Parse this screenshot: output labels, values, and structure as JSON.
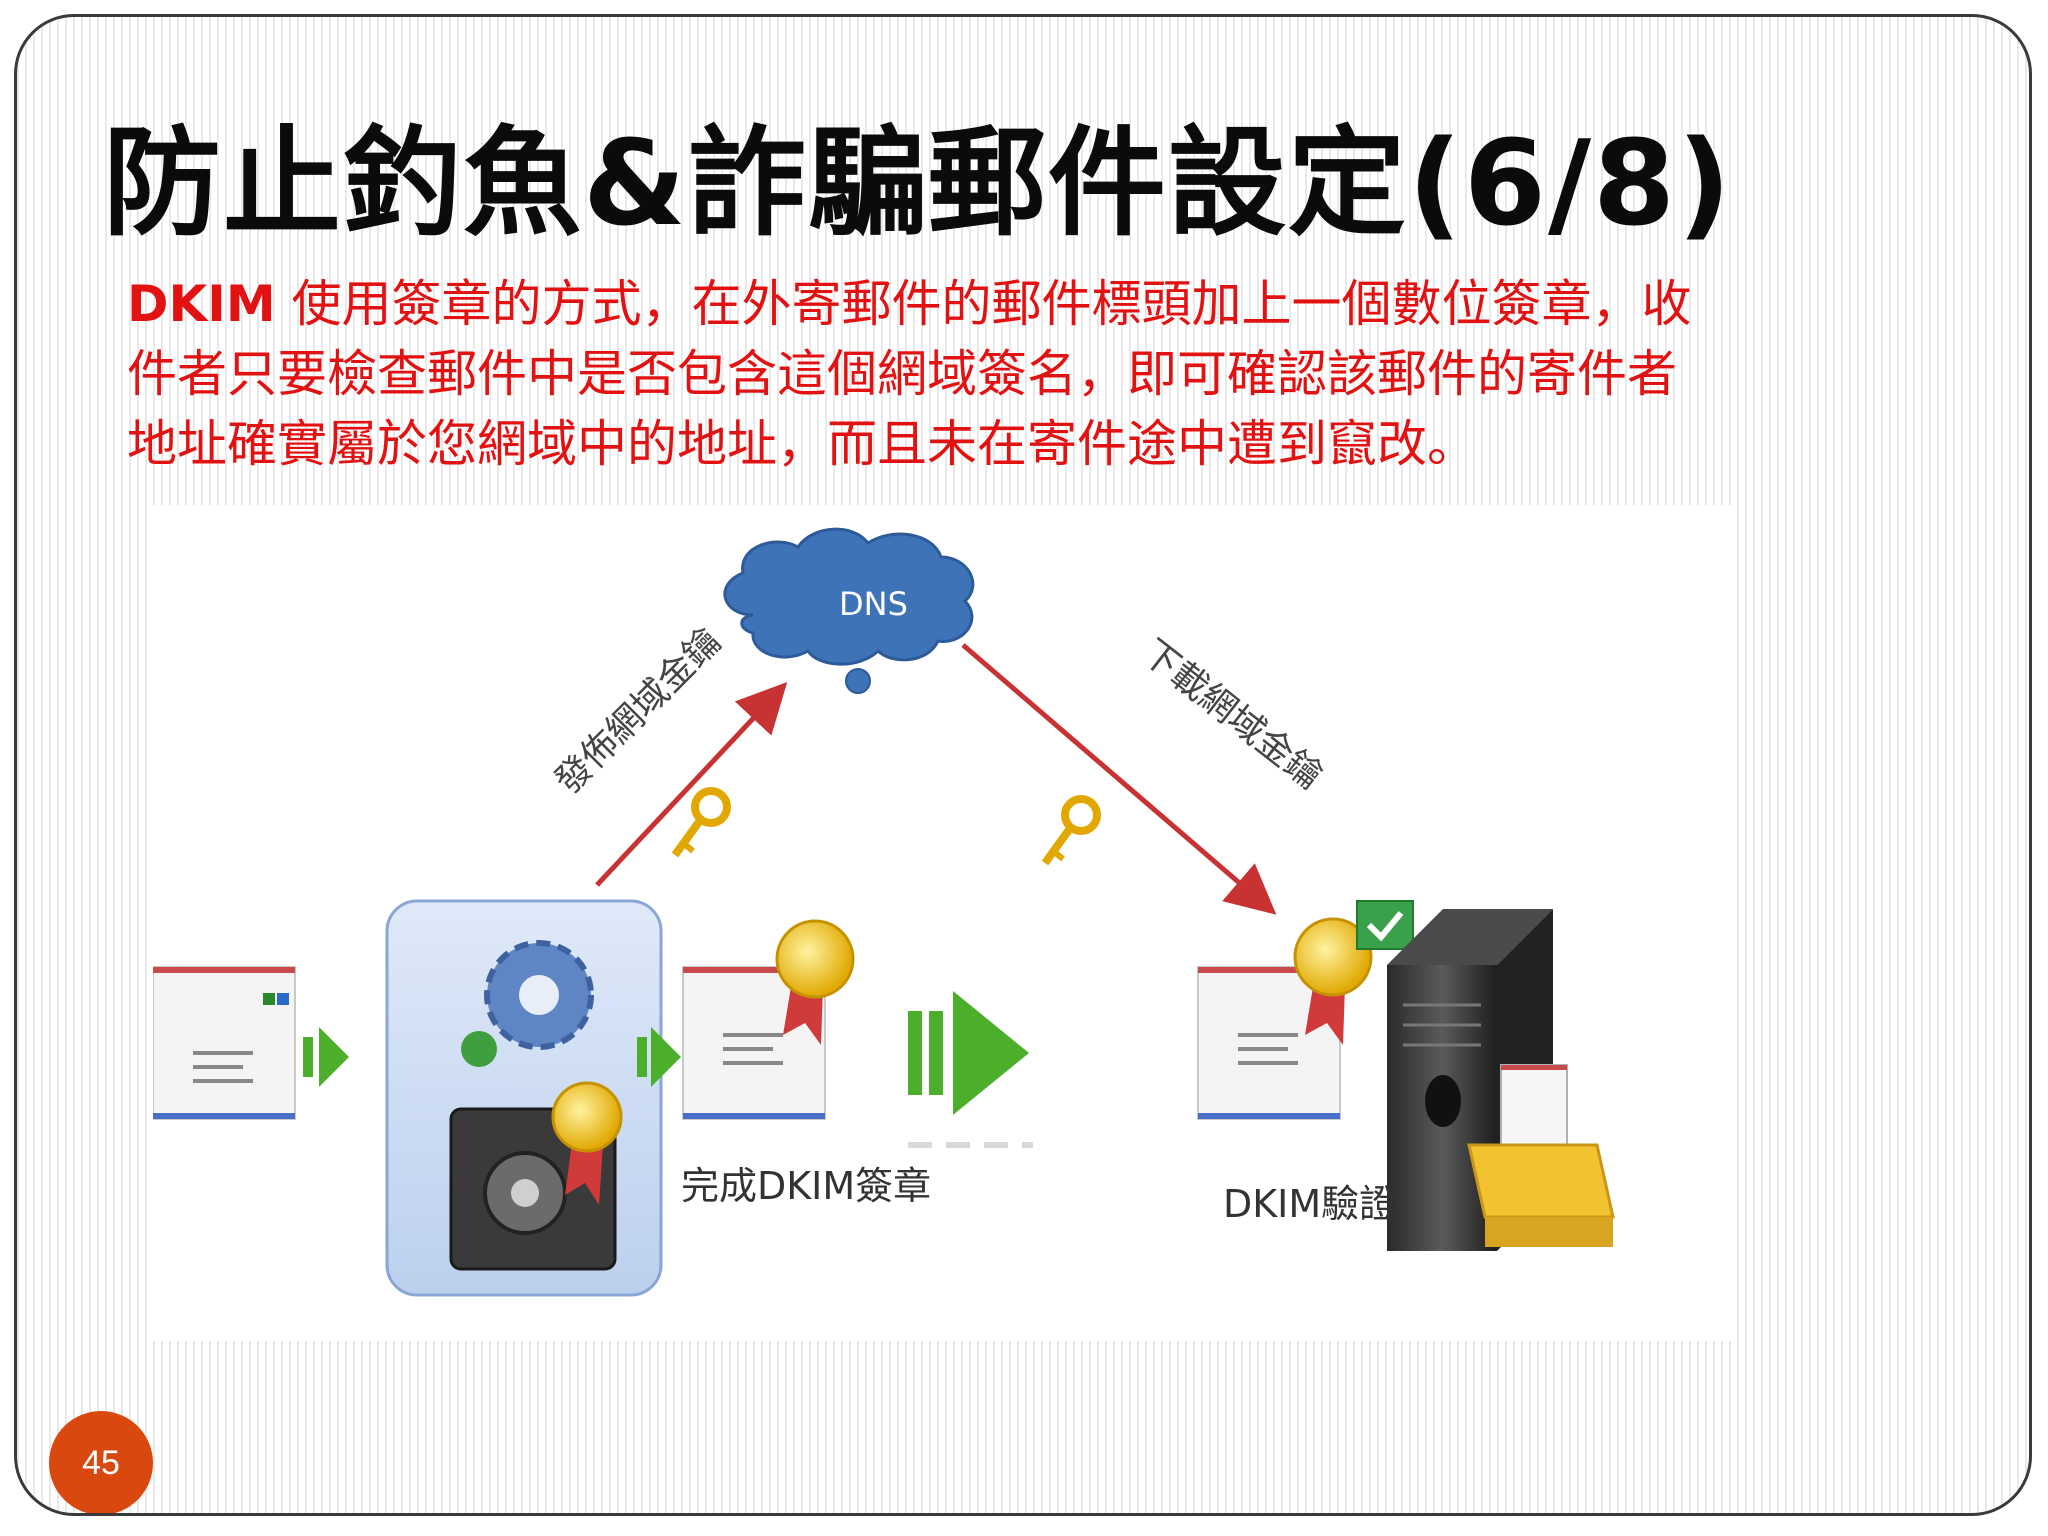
{
  "slide": {
    "title": "防止釣魚&詐騙郵件設定(6/8)",
    "intro_keyword": "DKIM",
    "intro_text": " 使用簽章的方式，在外寄郵件的郵件標頭加上一個數位簽章，收件者只要檢查郵件中是否包含這個網域簽名，即可確認該郵件的寄件者地址確實屬於您網域中的地址，而且未在寄件途中遭到竄改。",
    "page_number": "45"
  },
  "diagram": {
    "dns_label": "DNS",
    "publish_label": "發佈網域金鑰",
    "download_label": "下載網域金鑰",
    "signed_label": "完成DKIM簽章",
    "verify_label": "DKIM驗證"
  },
  "colors": {
    "title": "#0b0b0b",
    "intro": "#e31212",
    "arrow": "#c83232",
    "cloud": "#3f73b8",
    "flow_arrow": "#4caf2c",
    "page_badge": "#d9480f"
  }
}
